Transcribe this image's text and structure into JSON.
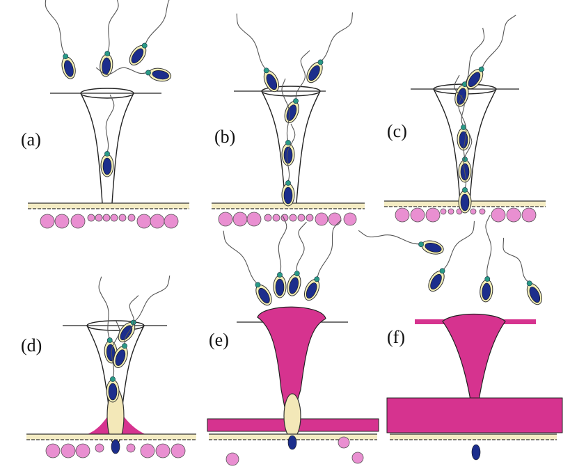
{
  "figure": {
    "panels": [
      {
        "id": "a",
        "label": "(a)"
      },
      {
        "id": "b",
        "label": "(b)"
      },
      {
        "id": "c",
        "label": "(c)"
      },
      {
        "id": "d",
        "label": "(d)"
      },
      {
        "id": "e",
        "label": "(e)"
      },
      {
        "id": "f",
        "label": "(f)"
      }
    ]
  },
  "colors": {
    "sperm_head": "#1c2e8c",
    "sperm_outline": "#f2eeb8",
    "midpiece": "#2a9a86",
    "egg_layer": "#f4ecc4",
    "cell": "#e98fd1",
    "fertilization_plug": "#d6338f",
    "plug_dark": "#c42584",
    "cream": "#f3e8b8",
    "line": "#222222"
  }
}
